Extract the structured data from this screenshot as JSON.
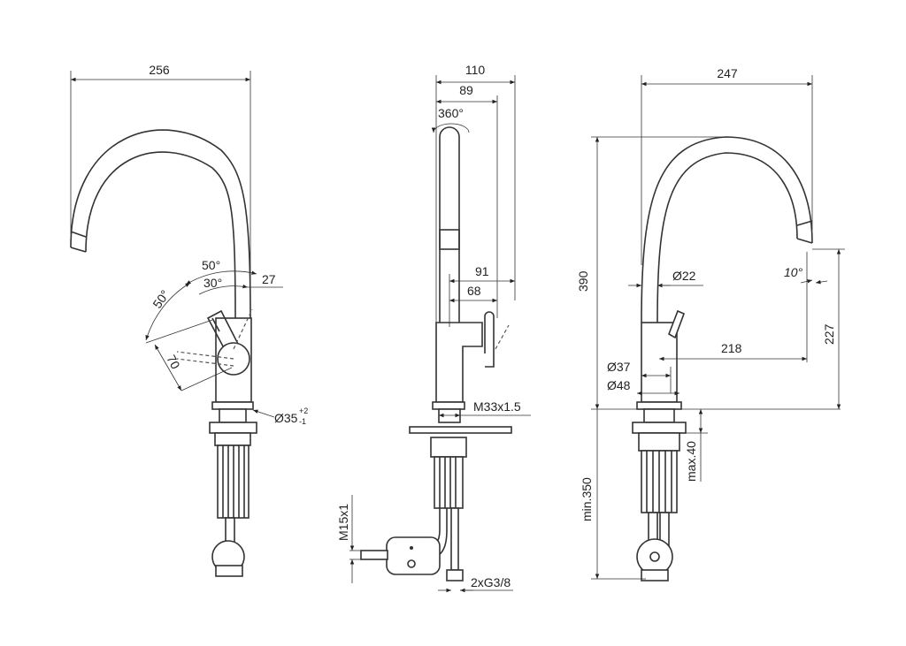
{
  "left_view": {
    "width": "256",
    "lever_angle_top": "50°",
    "lever_angle_inner": "30°",
    "lever_offset": "27",
    "lever_angle_side": "50°",
    "lever_length": "70",
    "hole_diameter": "Ø35",
    "hole_tol_upper": "+2",
    "hole_tol_lower": "-1"
  },
  "middle_view": {
    "depth": "110",
    "spout_depth": "89",
    "rotation": "360°",
    "lever_reach": "91",
    "lever_reach_inner": "68",
    "thread": "M33x1.5",
    "side_thread": "M15x1",
    "connections": "2xG3/8"
  },
  "right_view": {
    "width": "247",
    "height": "390",
    "spout_diameter": "Ø22",
    "spout_angle": "10°",
    "reach": "218",
    "spout_height": "227",
    "body_diameter": "Ø37",
    "base_diameter": "Ø48",
    "max_deck": "max.40",
    "min_hose": "min.350"
  }
}
